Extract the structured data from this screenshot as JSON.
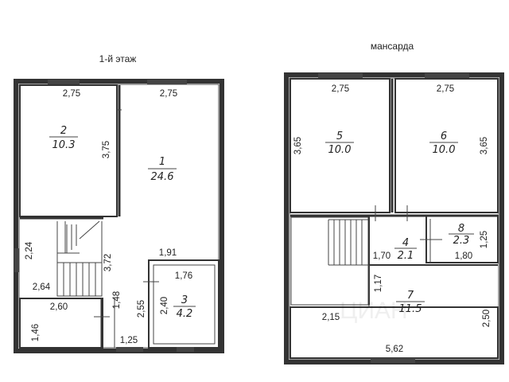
{
  "floors": [
    {
      "title": "1-й этаж",
      "rooms": [
        {
          "number": "2",
          "area": "10.3"
        },
        {
          "number": "1",
          "area": "24.6"
        },
        {
          "number": "3",
          "area": "4.2"
        }
      ],
      "dimensions": [
        "2,75",
        "2,75",
        "3,75",
        "2,24",
        "3,72",
        "1,91",
        "1,76",
        "2,64",
        "1,48",
        "2,55",
        "2,40",
        "2,60",
        "1,46",
        "1,25"
      ]
    },
    {
      "title": "мансарда",
      "rooms": [
        {
          "number": "5",
          "area": "10.0"
        },
        {
          "number": "6",
          "area": "10.0"
        },
        {
          "number": "8",
          "area": "2.3"
        },
        {
          "number": "4",
          "area": "2.1"
        },
        {
          "number": "7",
          "area": "11.5"
        }
      ],
      "dimensions": [
        "2,75",
        "2,75",
        "3,65",
        "3,65",
        "1,25",
        "1,70",
        "1,80",
        "1,17",
        "2,15",
        "2,50",
        "5,62"
      ]
    }
  ],
  "watermark": "ЦИАН"
}
